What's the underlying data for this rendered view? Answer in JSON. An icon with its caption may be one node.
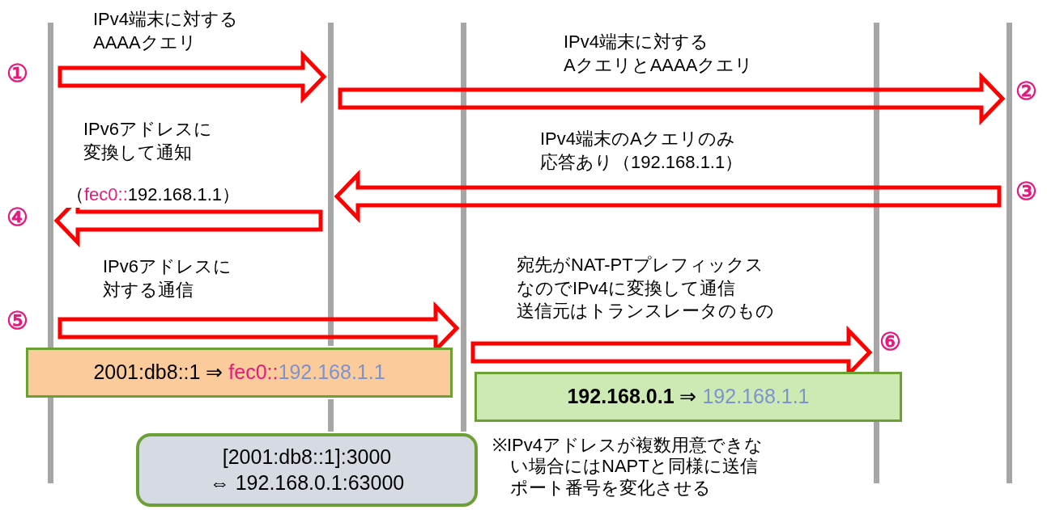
{
  "diagram": {
    "nodes": [
      {
        "text": [],
        "shape": "bar",
        "beside": [
          "①",
          "④",
          "⑤"
        ]
      },
      {
        "text": [],
        "shape": "bar"
      },
      {
        "text": [],
        "shape": "bar"
      },
      {
        "text": [],
        "shape": "bar",
        "beside": [
          "⑥"
        ]
      },
      {
        "text": [],
        "shape": "bar",
        "beside": [
          "②",
          "③"
        ]
      },
      {
        "text": [
          "2001:db8::1 ⇒ ",
          "fec0::",
          "192.168.1.1"
        ]
      },
      {
        "text": [
          "**192.168.0.1** ⇒ ",
          "192.168.1.1"
        ]
      },
      {
        "text": [
          "[2001:db8::1]:3000",
          "⇔ 192.168.0.1:63000"
        ]
      }
    ],
    "edges": [
      {
        "from": 0,
        "to": 1,
        "arrow": "to",
        "label": "IPv4端末に対するAAAAクエリ"
      },
      {
        "from": 1,
        "to": 4,
        "arrow": "to",
        "label": "IPv4端末に対するAクエリとAAAAクエリ"
      },
      {
        "from": 4,
        "to": 1,
        "arrow": "to",
        "label": "IPv4端末のAクエリのみ応答あり（192.168.1.1）"
      },
      {
        "from": 1,
        "to": 0,
        "arrow": "to",
        "label": "IPv6アドレスに変換して通知"
      },
      {
        "from": 0,
        "to": 2,
        "arrow": "to",
        "label": "IPv6アドレスに対する通信"
      },
      {
        "from": 2,
        "to": 3,
        "arrow": "to",
        "label": "宛先がNAT-PTプレフィックスなのでIPv4に変換して通信送信元はトランスレータのもの"
      }
    ],
    "labels": [
      "（",
      "fec0::",
      "192.168.1.1）",
      "※IPv4アドレスが複数用意できない場合にはNAPTと同様に送信ポート番号を変化させる"
    ]
  }
}
